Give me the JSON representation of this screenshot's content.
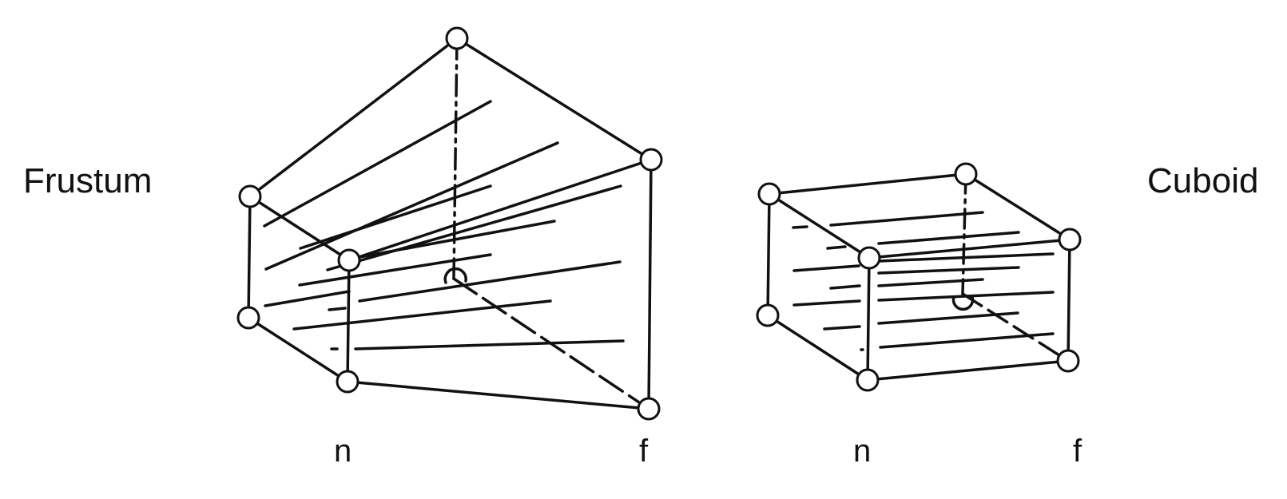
{
  "labels": {
    "frustum": "Frustum",
    "cuboid": "Cuboid",
    "frustum_near": "n",
    "frustum_far": "f",
    "cuboid_near": "n",
    "cuboid_far": "f"
  },
  "colors": {
    "stroke": "#111111",
    "background": "#ffffff"
  }
}
